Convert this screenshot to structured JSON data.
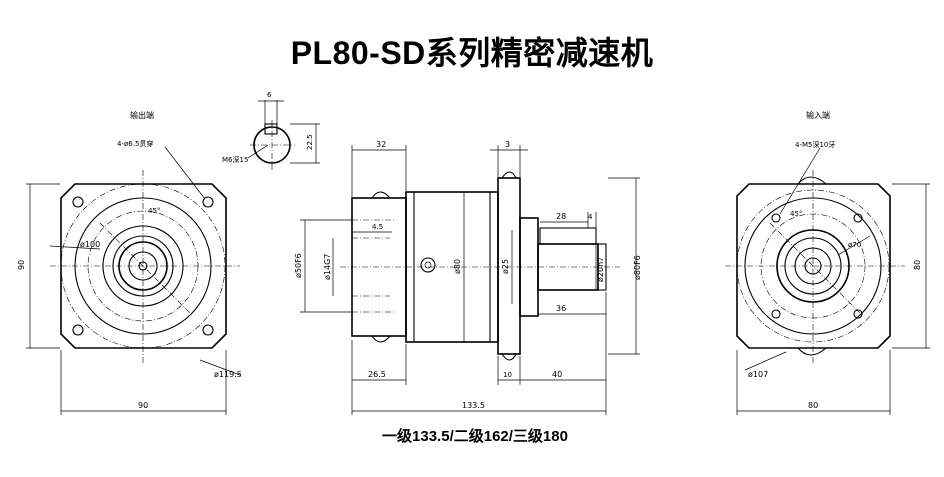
{
  "title": "PL80-SD系列精密减速机",
  "footer": "一级133.5/二级162/三级180",
  "output_view": {
    "label": "输出端",
    "holes_note": "4-ø6.5贯穿",
    "angle": "45°",
    "pcd": "ø100",
    "outer_dia": "ø119.5",
    "height": "90",
    "width": "90"
  },
  "shaft_section": {
    "key_width": "6",
    "height": "22.5",
    "thread": "M6深15"
  },
  "side_view": {
    "dim_32": "32",
    "dim_3": "3",
    "dim_28": "28",
    "dim_4": "4",
    "dim_4_5": "4.5",
    "dia_50": "ø50F6",
    "dia_14": "ø14G7",
    "dia_80": "ø80",
    "dia_25": "ø25",
    "dia_20": "ø20h7",
    "dia_80f6": "ø80F6",
    "dim_36": "36",
    "dim_26_5": "26.5",
    "dim_10": "10",
    "dim_40": "40",
    "total": "133.5"
  },
  "input_view": {
    "label": "输入端",
    "holes_note": "4-M5深10牙",
    "angle": "45°",
    "pcd": "ø70",
    "outer_dia": "ø107",
    "height": "80",
    "width": "80"
  }
}
